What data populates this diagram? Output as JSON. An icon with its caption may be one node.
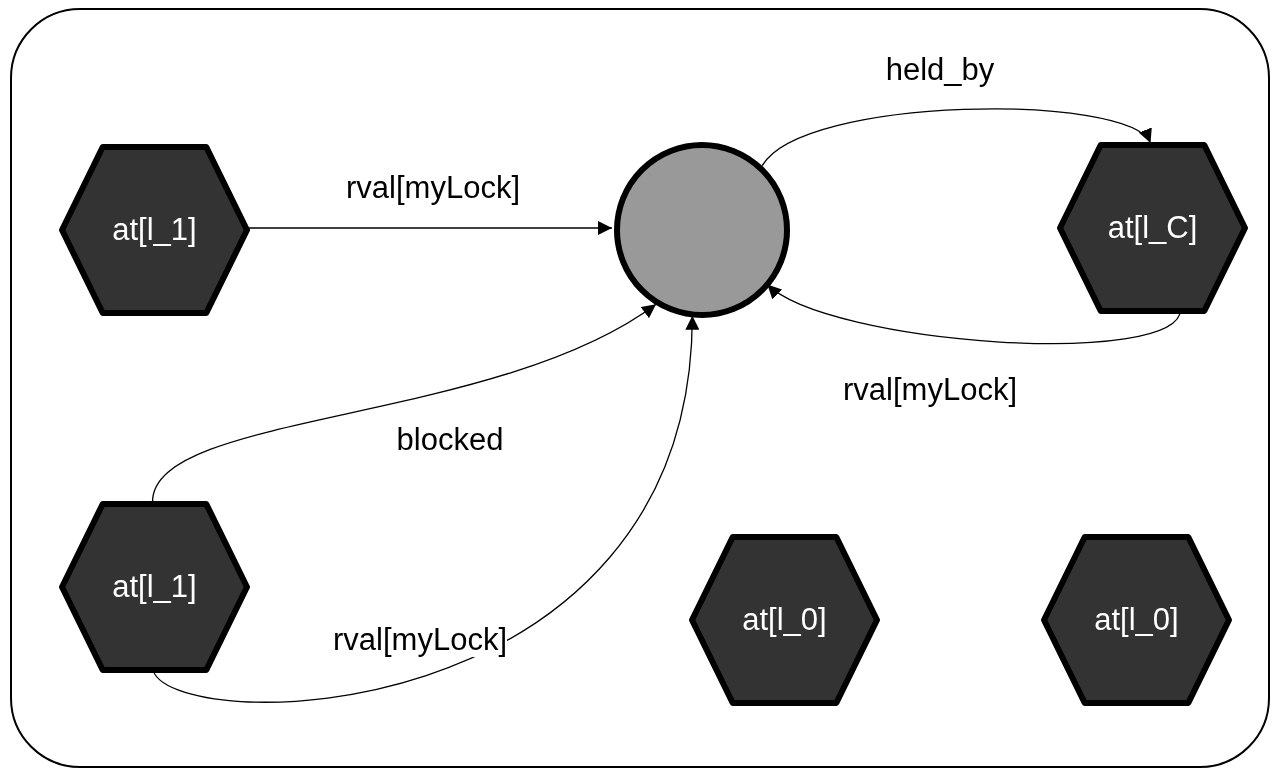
{
  "diagram": {
    "nodes": [
      {
        "text": [],
        "shape": "box"
      },
      {
        "text": [
          "at[l_1]"
        ],
        "in": 0
      },
      {
        "text": [],
        "shape": "circle",
        "in": 0
      },
      {
        "text": [
          "at[l_C]"
        ],
        "in": 0
      },
      {
        "text": [
          "at[l_1]"
        ],
        "in": 0
      },
      {
        "text": [
          "at[l_0]"
        ],
        "in": 0
      },
      {
        "text": [
          "at[l_0]"
        ],
        "in": 0
      }
    ],
    "edges": [
      {
        "from": 1,
        "to": 2,
        "arrow": "to",
        "label": "rval[myLock]"
      },
      {
        "from": 2,
        "to": 3,
        "arrow": "to",
        "label": "held_by"
      },
      {
        "from": 3,
        "to": 2,
        "arrow": "to",
        "label": "rval[myLock]"
      },
      {
        "from": 4,
        "to": 2,
        "arrow": "to",
        "label": "blocked"
      },
      {
        "from": 4,
        "to": 2,
        "arrow": "to",
        "label": "rval[myLock]"
      }
    ]
  }
}
